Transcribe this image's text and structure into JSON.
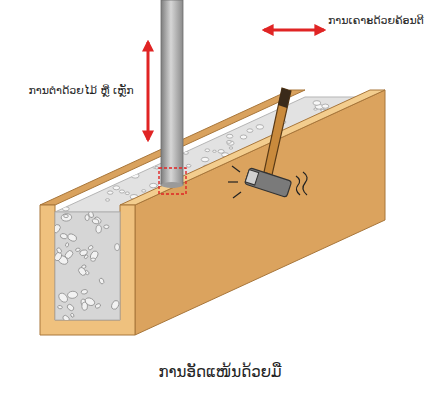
{
  "diagram": {
    "caption": "ການອັດແໜ້ນດ້ວຍມື",
    "labels": [
      "ການຕຳດ້ວຍໄມ້ ຫຼື ເຫຼັກ",
      "ການເຄາະດ້ວຍຄ້ອນຕີ"
    ]
  }
}
